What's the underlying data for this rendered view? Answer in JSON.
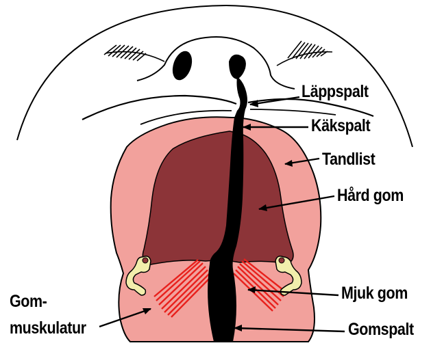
{
  "labels": {
    "lip_cleft": "Läppspalt",
    "jaw_cleft": "Käkspalt",
    "alveolar_ridge": "Tandlist",
    "hard_palate": "Hård gom",
    "soft_palate": "Mjuk gom",
    "palate_cleft": "Gomspalt",
    "palate_muscles_line1": "Gom-",
    "palate_muscles_line2": "muskulatur"
  },
  "colors": {
    "gum_pink": "#f2a19c",
    "hard_palate": "#8c3438",
    "cleft": "#000000",
    "muscle_red": "#e8201c",
    "cartilage_yellow": "#f2eeac",
    "line": "#000000",
    "background": "#ffffff"
  }
}
